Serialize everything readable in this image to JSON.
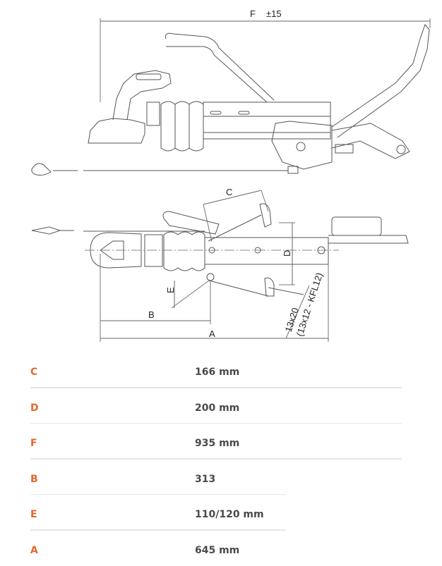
{
  "diagram": {
    "description": "Technical drawing of trailer overrun coupling with handbrake lever (side and top views)",
    "labels": {
      "F": "F",
      "F_tolerance": "±15",
      "C": "C",
      "D": "D",
      "E": "E",
      "B": "B",
      "A": "A",
      "bolt_spec": "13x20",
      "bolt_spec_alt": "(13x12 - KFL12)"
    }
  },
  "specs": [
    {
      "key": "C",
      "value": "166 mm"
    },
    {
      "key": "D",
      "value": "200 mm"
    },
    {
      "key": "F",
      "value": "935 mm"
    },
    {
      "key": "B",
      "value": "313"
    },
    {
      "key": "E",
      "value": "110/120 mm"
    },
    {
      "key": "A",
      "value": "645 mm"
    }
  ],
  "colors": {
    "key_accent": "#e06a2c",
    "value_text": "#4a4a4a",
    "divider": "#e6e6e6"
  }
}
